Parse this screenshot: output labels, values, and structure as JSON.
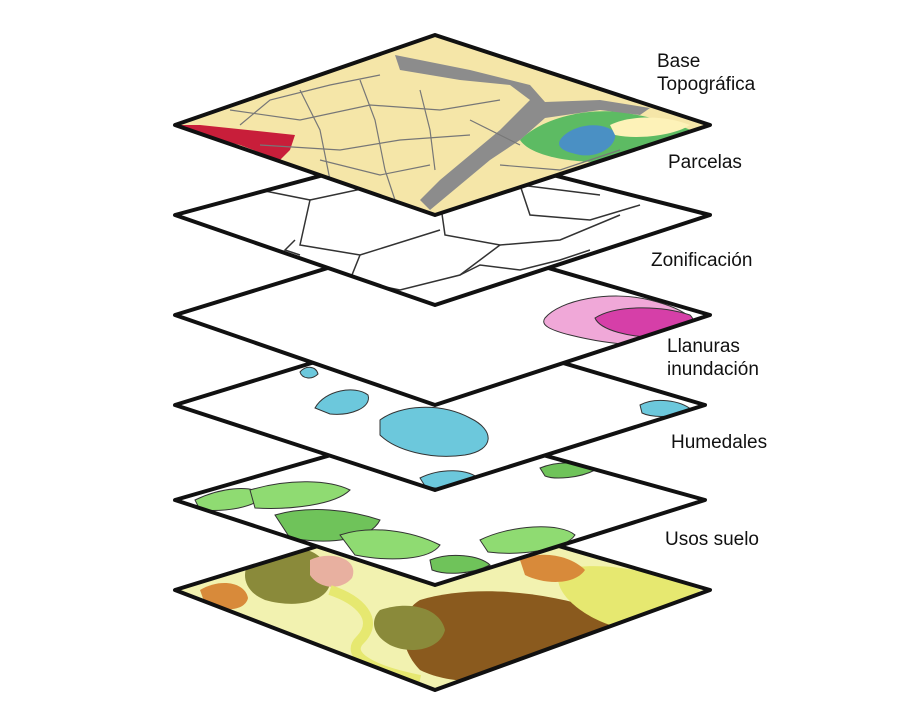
{
  "diagram": {
    "layers": [
      {
        "label": "Base\nTopográfica"
      },
      {
        "label": "Parcelas"
      },
      {
        "label": "Zonificación"
      },
      {
        "label": "Llanuras\ninundación"
      },
      {
        "label": "Humedales"
      },
      {
        "label": "Usos suelo"
      }
    ]
  },
  "colors": {
    "background": "#ffffff",
    "outline": "#111111",
    "topo_fill": "#f5e6a8",
    "road": "#8c8c8c",
    "red_parcel": "#c81e3a",
    "green_area": "#5dbb63",
    "blue_area": "#4a90c4",
    "pale_yellow": "#fdf2b8",
    "zoning_light_pink": "#f0a8d8",
    "zoning_magenta": "#d63fa8",
    "wetland_blue": "#6cc8dc",
    "landuse_green": "#8fdb72",
    "landuse_green_dark": "#6fc35a",
    "soil_olive": "#8a8a3a",
    "soil_brown": "#8a5a1e",
    "soil_orange": "#d88a3a",
    "soil_yellow": "#e6e870",
    "soil_pale": "#f2f2b0",
    "soil_pink": "#e8b0a0"
  }
}
